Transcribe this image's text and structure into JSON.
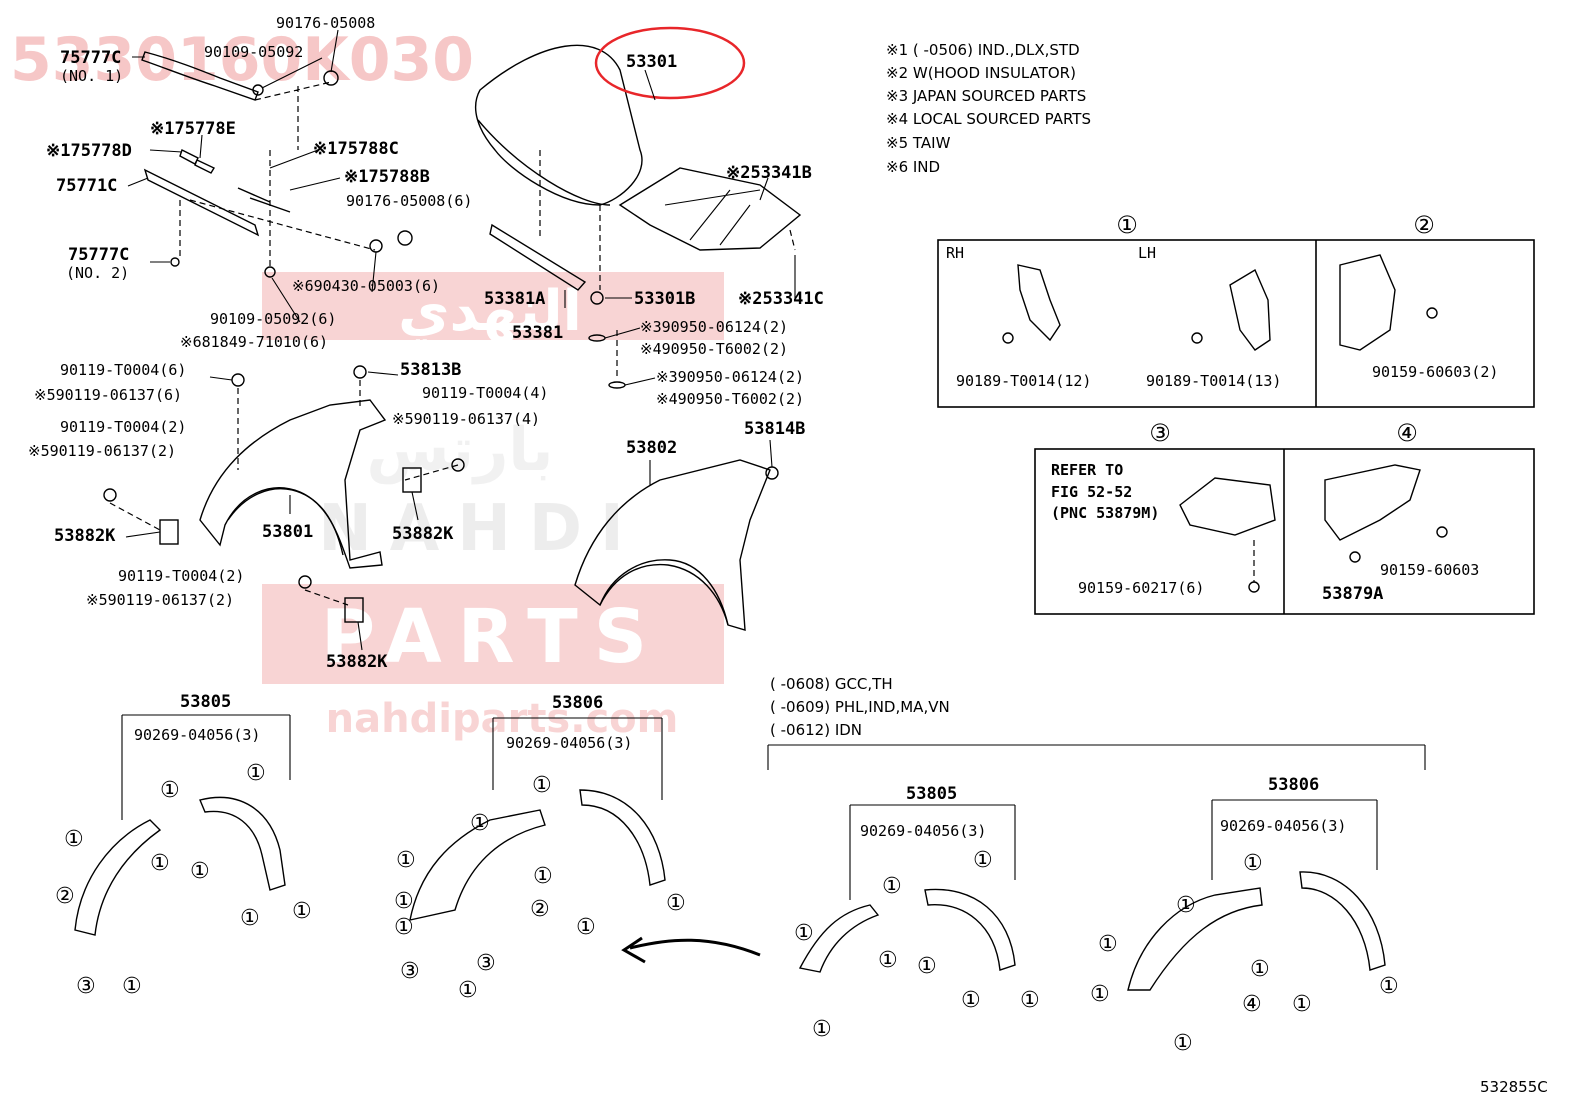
{
  "watermark": {
    "part_number": "5330160K030",
    "company_ar": "النهدي",
    "company_en": "NAHDI",
    "company_en2": "PARTS",
    "site": "nahdiparts.com",
    "bg_ar": "بارتس"
  },
  "highlight": {
    "part": "53301",
    "color": "#e8262a"
  },
  "notes": [
    "※1 (      -0506) IND.,DLX,STD",
    "※2 W(HOOD INSULATOR)",
    "※3 JAPAN SOURCED PARTS",
    "※4 LOCAL SOURCED PARTS",
    "※5 TAIW",
    "※6 IND"
  ],
  "labels": {
    "p75777c1": "75777C",
    "p75777c1b": "(NO. 1)",
    "p90176a": "90176-05008",
    "p90109a": "90109-05092",
    "p75778e": "※175778E",
    "p75778d": "※175778D",
    "p75788c": "※175788C",
    "p75771c": "75771C",
    "p75788b": "※175788B",
    "p90176b": "90176-05008(6)",
    "p75777c2": "75777C",
    "p75777c2b": "(NO. 2)",
    "p90430": "※690430-05003(6)",
    "p90109b": "90109-05092(6)",
    "p81849": "※681849-71010(6)",
    "p53301": "53301",
    "p53341b": "※253341B",
    "p53381a": "53381A",
    "p53301b": "53301B",
    "p53341c": "※253341C",
    "p53381": "53381",
    "p90950a": "※390950-06124(2)",
    "p90950b": "※490950-T6002(2)",
    "p90950c": "※390950-06124(2)",
    "p90950d": "※490950-T6002(2)",
    "p53813b": "53813B",
    "p90119a": "90119-T0004(6)",
    "p90119b": "※590119-06137(6)",
    "p90119c": "90119-T0004(4)",
    "p90119d": "※590119-06137(4)",
    "p90119e": "90119-T0004(2)",
    "p90119f": "※590119-06137(2)",
    "p53882k1": "53882K",
    "p53801": "53801",
    "p53882k2": "53882K",
    "p90119g": "90119-T0004(2)",
    "p90119h": "※590119-06137(2)",
    "p53882k3": "53882K",
    "p53802": "53802",
    "p53814b": "53814B",
    "p53805a": "53805",
    "p53806a": "53806",
    "p90269a": "90269-04056(3)",
    "p90269b": "90269-04056(3)",
    "p53805b": "53805",
    "p53806b": "53806",
    "p90269c": "90269-04056(3)",
    "p90269d": "90269-04056(3)",
    "gcc": "(        -0608) GCC,TH",
    "phl": "(        -0609) PHL,IND,MA,VN",
    "idn": "(        -0612) IDN",
    "fig_code": "532855C"
  },
  "detail1": {
    "num": "①",
    "rh": "RH",
    "lh": "LH",
    "lbl_a": "90189-T0014(12)",
    "lbl_b": "90189-T0014(13)"
  },
  "detail2": {
    "num": "②",
    "lbl": "90159-60603(2)"
  },
  "detail3": {
    "num": "③",
    "ref1": "REFER TO",
    "ref2": "FIG 52-52",
    "ref3": "(PNC 53879M)",
    "lbl": "90159-60217(6)"
  },
  "detail4": {
    "num": "④",
    "lbl_a": "90159-60603",
    "lbl_b": "53879A"
  },
  "callouts": {
    "c1": "①",
    "c2": "②",
    "c3": "③",
    "c4": "④"
  }
}
